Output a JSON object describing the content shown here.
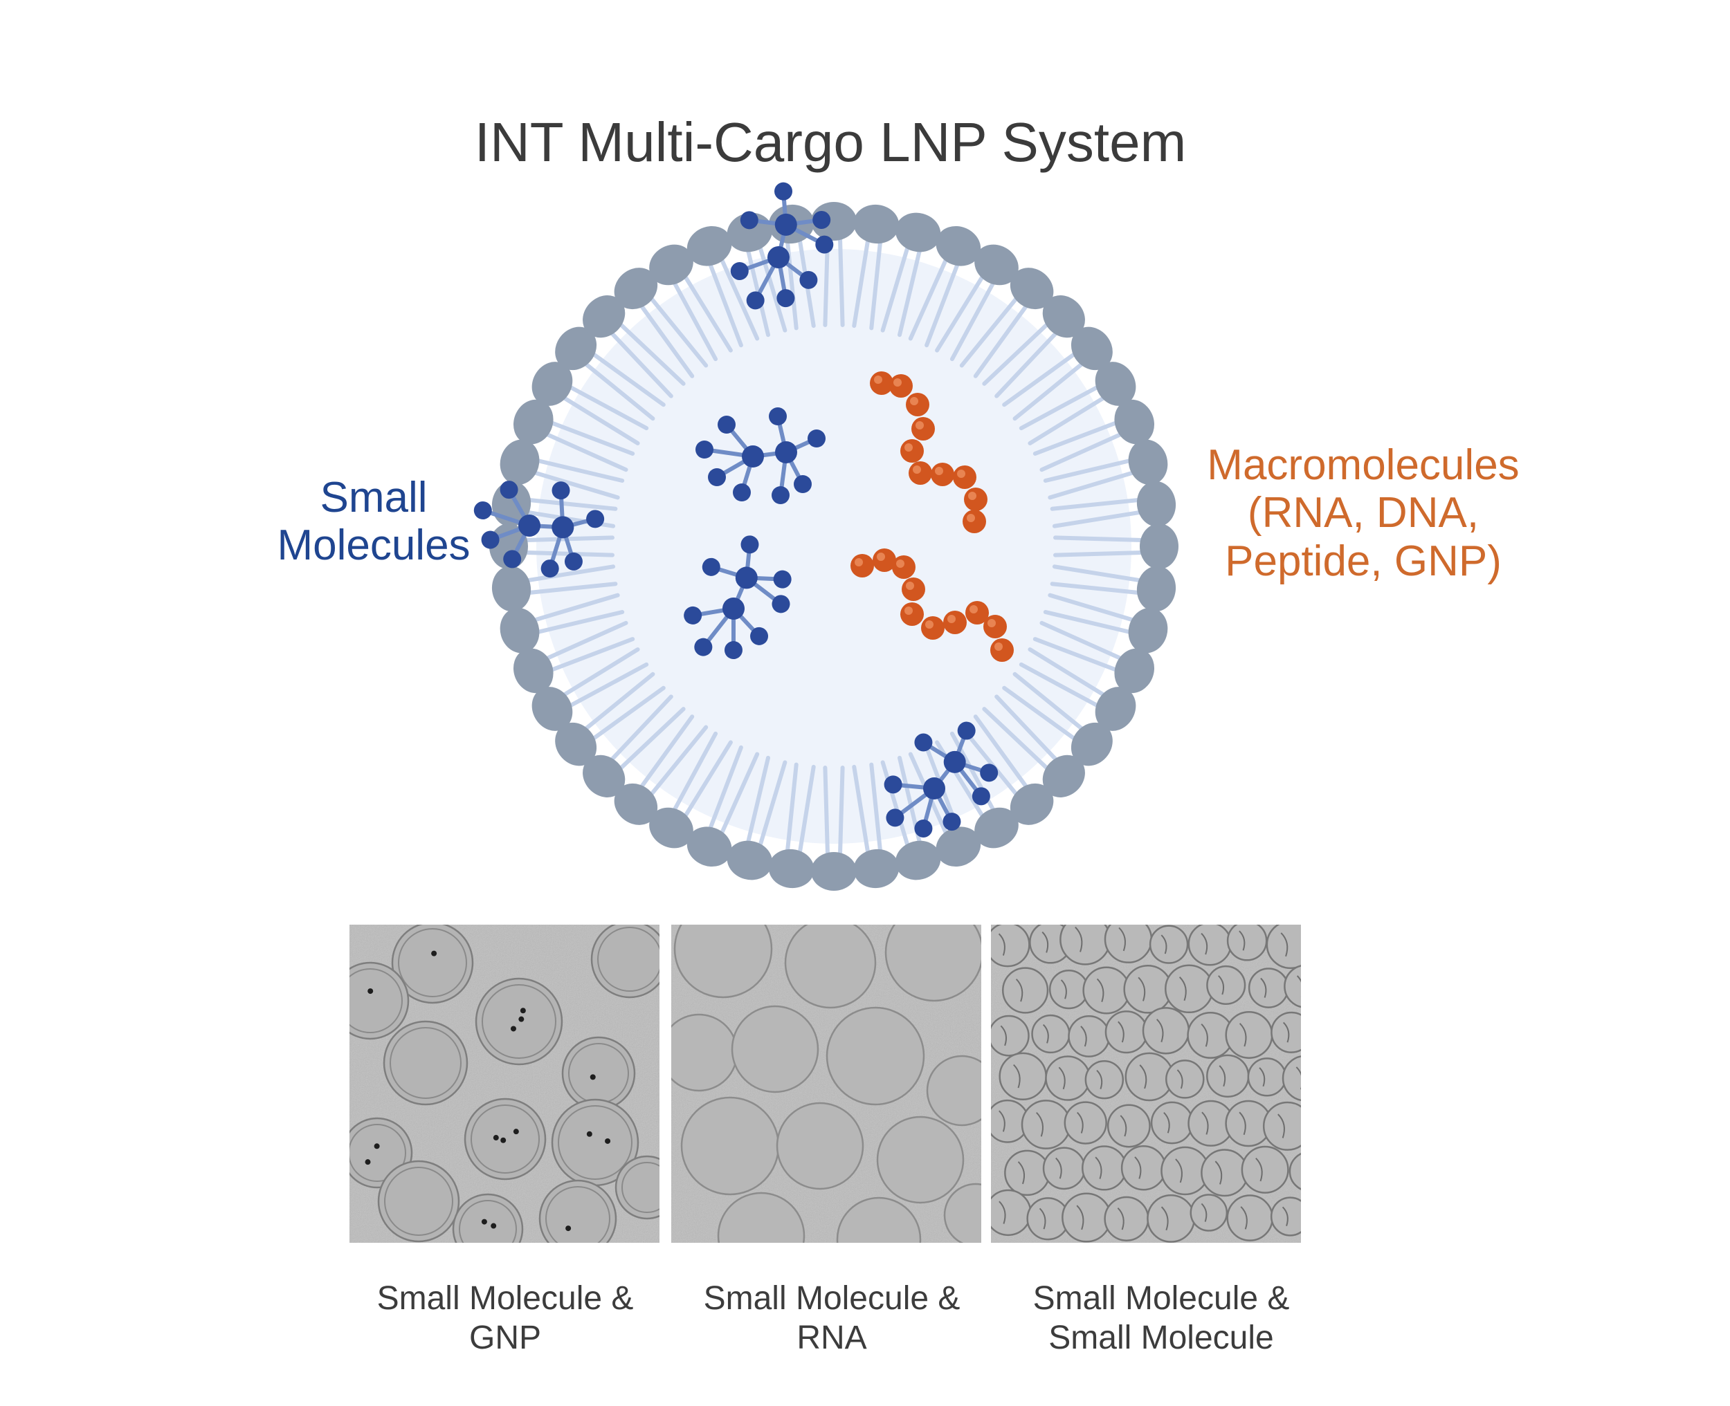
{
  "title": "INT Multi-Cargo LNP System",
  "labels": {
    "small_molecules": [
      "Small",
      "Molecules"
    ],
    "macromolecules": [
      "Macromolecules",
      "(RNA, DNA,",
      "Peptide, GNP)"
    ]
  },
  "colors": {
    "small_molecule": "#2b4a9a",
    "macromolecule": "#d2561f",
    "lipid_head": "#8e9cae",
    "lipid_tail": "#c5d3ea",
    "core": "#eef3fb",
    "label_small": "#1f4590",
    "label_macro": "#cf6a2c"
  },
  "panels": [
    {
      "caption": [
        "Small Molecule &",
        "GNP"
      ]
    },
    {
      "caption": [
        "Small Molecule &",
        "RNA"
      ]
    },
    {
      "caption": [
        "Small Molecule &",
        "Small Molecule"
      ]
    }
  ]
}
